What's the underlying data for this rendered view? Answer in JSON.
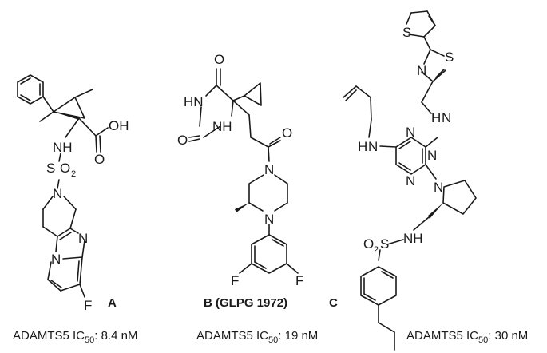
{
  "compounds": [
    {
      "label": "A",
      "caption_prefix": "ADAMTS5 IC",
      "caption_sub": "50",
      "caption_value": ": 8.4 nM",
      "atoms": {
        "nh": "NH",
        "s": "S",
        "o2": "O",
        "o2_sub": "2",
        "oh": "OH",
        "o": "O",
        "n1": "N",
        "n2": "N",
        "n3": "N",
        "f": "F"
      }
    },
    {
      "label": "B (GLPG 1972)",
      "caption_prefix": "ADAMTS5 IC",
      "caption_sub": "50",
      "caption_value": ": 19 nM",
      "atoms": {
        "o1": "O",
        "hn": "HN",
        "o2": "O",
        "nh": "NH",
        "o3": "O",
        "n1": "N",
        "n2": "N",
        "f1": "F",
        "f2": "F"
      }
    },
    {
      "label": "C",
      "caption_prefix": "ADAMTS5 IC",
      "caption_sub": "50",
      "caption_value": ": 30 nM",
      "atoms": {
        "s1": "S",
        "s2": "S",
        "n_thz": "N",
        "h1": "H",
        "n_h1": "N",
        "n_tr1": "N",
        "n_tr2": "N",
        "n_tr3": "N",
        "h2": "H",
        "n_h2": "N",
        "n_pyr": "N",
        "nh": "NH",
        "o2s": "O",
        "o2s_sub": "2",
        "s3": "S"
      }
    }
  ]
}
